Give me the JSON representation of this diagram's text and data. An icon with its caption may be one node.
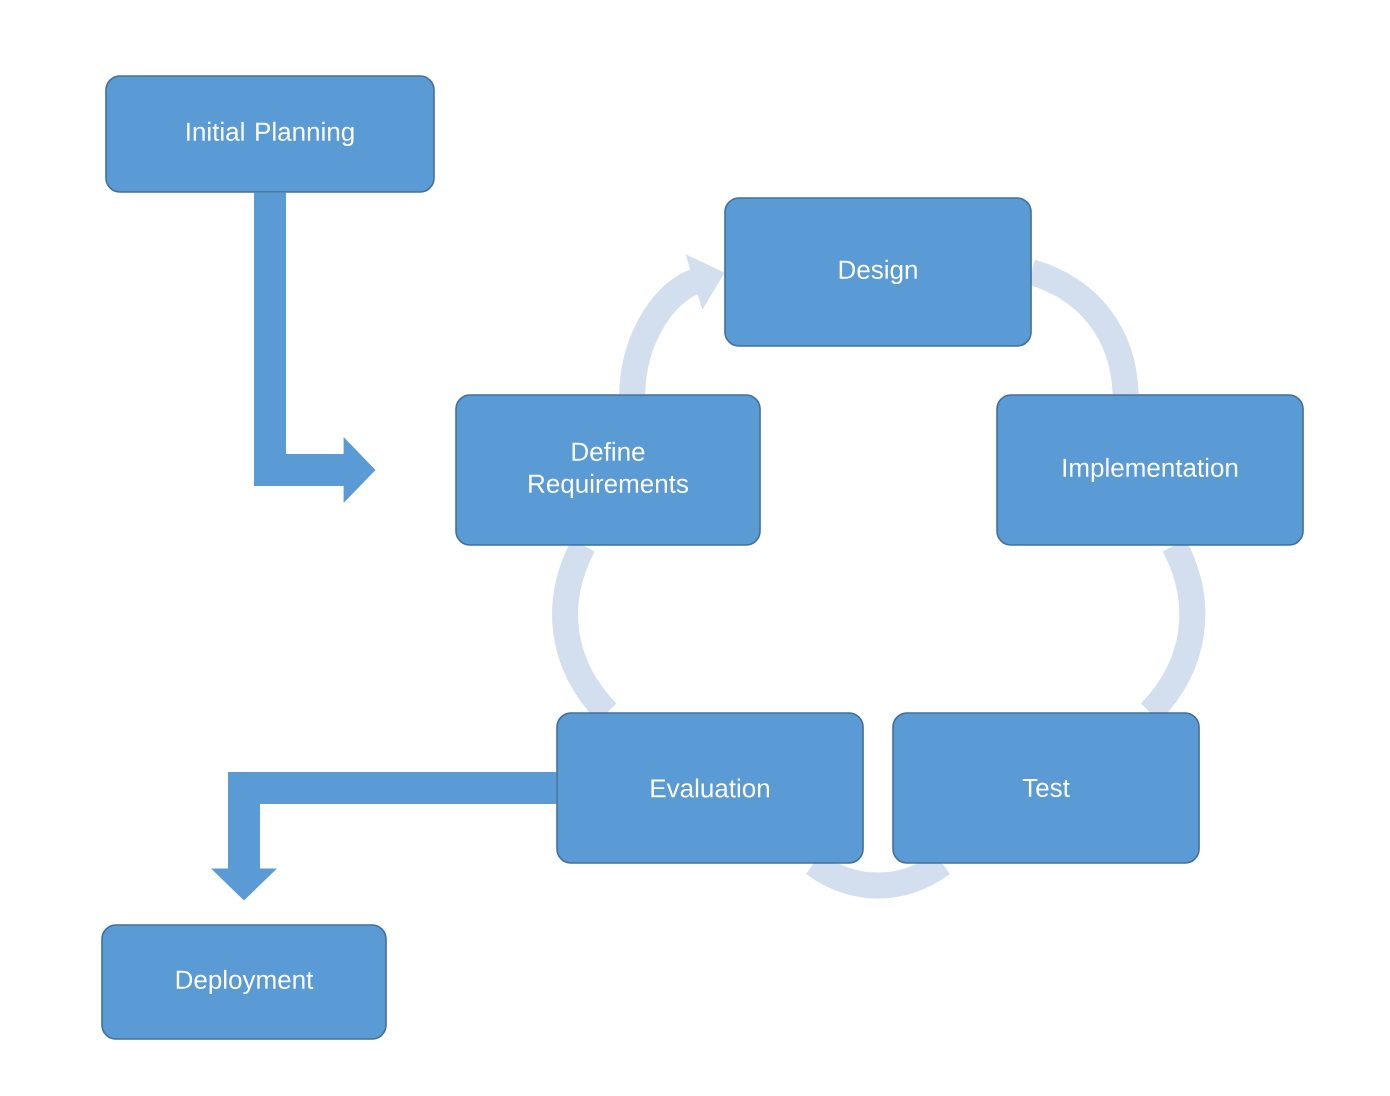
{
  "diagram": {
    "nodes": [
      {
        "text": [
          "Initial Planning"
        ]
      },
      {
        "text": [
          "Design"
        ]
      },
      {
        "text": [
          "Implementation"
        ]
      },
      {
        "text": [
          "Test"
        ]
      },
      {
        "text": [
          "Evaluation"
        ]
      },
      {
        "text": [
          "Define Requirements"
        ]
      },
      {
        "text": [
          "Deployment"
        ]
      }
    ],
    "edges": [
      {
        "from": 0,
        "to": 5,
        "arrow": "to",
        "color": "#5b9bd5"
      },
      {
        "from": 1,
        "to": 2,
        "arrow": "none"
      },
      {
        "from": 2,
        "to": 3,
        "arrow": "none"
      },
      {
        "from": 3,
        "to": 4,
        "arrow": "none"
      },
      {
        "from": 4,
        "to": 5,
        "arrow": "none"
      },
      {
        "from": 5,
        "to": 1,
        "arrow": "to"
      },
      {
        "from": 4,
        "to": 6,
        "arrow": "to",
        "color": "#5b9bd5"
      }
    ]
  }
}
